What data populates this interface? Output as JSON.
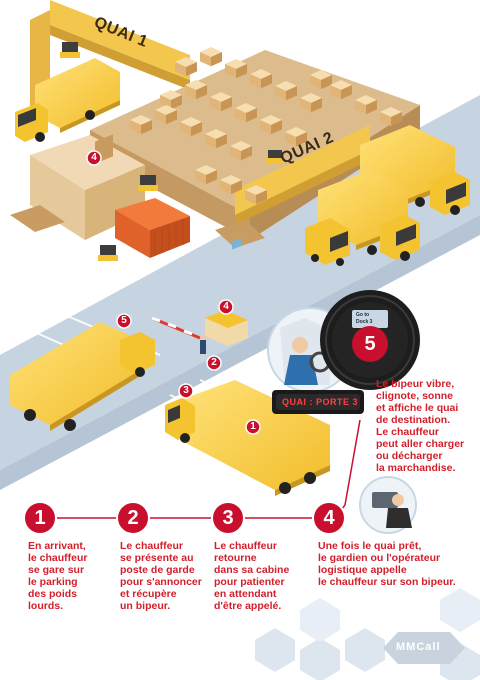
{
  "docks": {
    "quai1": "QUAI 1",
    "quai2": "QUAI 2",
    "door_screen": "QUAI : PORTE 3",
    "pager_screen_top": "Go to",
    "pager_screen_bottom": "Dock 3"
  },
  "steps": [
    {
      "number": "1",
      "text": [
        "En arrivant,",
        "le chauffeur",
        "se gare sur",
        "le parking",
        "des poids",
        "lourds."
      ]
    },
    {
      "number": "2",
      "text": [
        "Le chauffeur",
        "se présente au",
        "poste de garde",
        "pour s'annoncer",
        "et récupère",
        "un bipeur."
      ]
    },
    {
      "number": "3",
      "text": [
        "Le chauffeur",
        "retourne",
        "dans sa cabine",
        "pour patienter",
        "en attendant",
        "d'être appelé."
      ]
    },
    {
      "number": "4",
      "text": [
        "Une fois le quai prêt,",
        "le gardien ou l'opérateur",
        "logistique appelle",
        "le chauffeur sur son bipeur."
      ]
    },
    {
      "number": "5",
      "text": [
        "Le bipeur vibre,",
        "clignote, sonne",
        "et affiche le quai",
        "de destination.",
        "Le chauffeur",
        "peut aller charger",
        "ou décharger",
        "la marchandise."
      ]
    }
  ],
  "logo": "MMCall",
  "colors": {
    "step_red": "#c8102e",
    "truck_yellow": "#f4c430",
    "road_blue": "#c5d4e3",
    "floor_tan": "#d9b98a",
    "dark_panel": "#1e1e1e"
  }
}
